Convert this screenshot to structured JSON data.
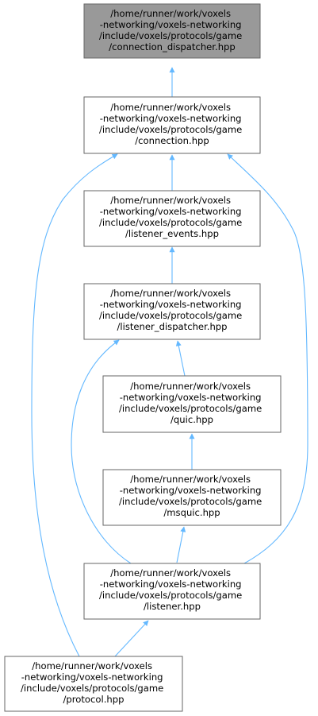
{
  "nodes": [
    {
      "id": "connection_dispatcher",
      "lines": [
        "/home/runner/work/voxels",
        "-networking/voxels-networking",
        "/include/voxels/protocols/game",
        "/connection_dispatcher.hpp"
      ],
      "highlighted": true
    },
    {
      "id": "connection",
      "lines": [
        "/home/runner/work/voxels",
        "-networking/voxels-networking",
        "/include/voxels/protocols/game",
        "/connection.hpp"
      ],
      "highlighted": false
    },
    {
      "id": "listener_events",
      "lines": [
        "/home/runner/work/voxels",
        "-networking/voxels-networking",
        "/include/voxels/protocols/game",
        "/listener_events.hpp"
      ],
      "highlighted": false
    },
    {
      "id": "listener_dispatcher",
      "lines": [
        "/home/runner/work/voxels",
        "-networking/voxels-networking",
        "/include/voxels/protocols/game",
        "/listener_dispatcher.hpp"
      ],
      "highlighted": false
    },
    {
      "id": "quic",
      "lines": [
        "/home/runner/work/voxels",
        "-networking/voxels-networking",
        "/include/voxels/protocols/game",
        "/quic.hpp"
      ],
      "highlighted": false
    },
    {
      "id": "msquic",
      "lines": [
        "/home/runner/work/voxels",
        "-networking/voxels-networking",
        "/include/voxels/protocols/game",
        "/msquic.hpp"
      ],
      "highlighted": false
    },
    {
      "id": "listener",
      "lines": [
        "/home/runner/work/voxels",
        "-networking/voxels-networking",
        "/include/voxels/protocols/game",
        "/listener.hpp"
      ],
      "highlighted": false
    },
    {
      "id": "protocol",
      "lines": [
        "/home/runner/work/voxels",
        "-networking/voxels-networking",
        "/include/voxels/protocols/game",
        "/protocol.hpp"
      ],
      "highlighted": false
    }
  ],
  "edges": [
    {
      "from": "connection",
      "to": "connection_dispatcher"
    },
    {
      "from": "listener_events",
      "to": "connection"
    },
    {
      "from": "protocol",
      "to": "connection"
    },
    {
      "from": "listener",
      "to": "connection"
    },
    {
      "from": "listener_dispatcher",
      "to": "listener_events"
    },
    {
      "from": "quic",
      "to": "listener_dispatcher"
    },
    {
      "from": "listener",
      "to": "listener_dispatcher"
    },
    {
      "from": "msquic",
      "to": "quic"
    },
    {
      "from": "listener",
      "to": "msquic"
    },
    {
      "from": "protocol",
      "to": "listener"
    }
  ],
  "colors": {
    "edge": "#63b8ff",
    "node_border": "#666666",
    "node_fill": "#ffffff",
    "highlight_fill": "#999999",
    "text": "#000000"
  }
}
